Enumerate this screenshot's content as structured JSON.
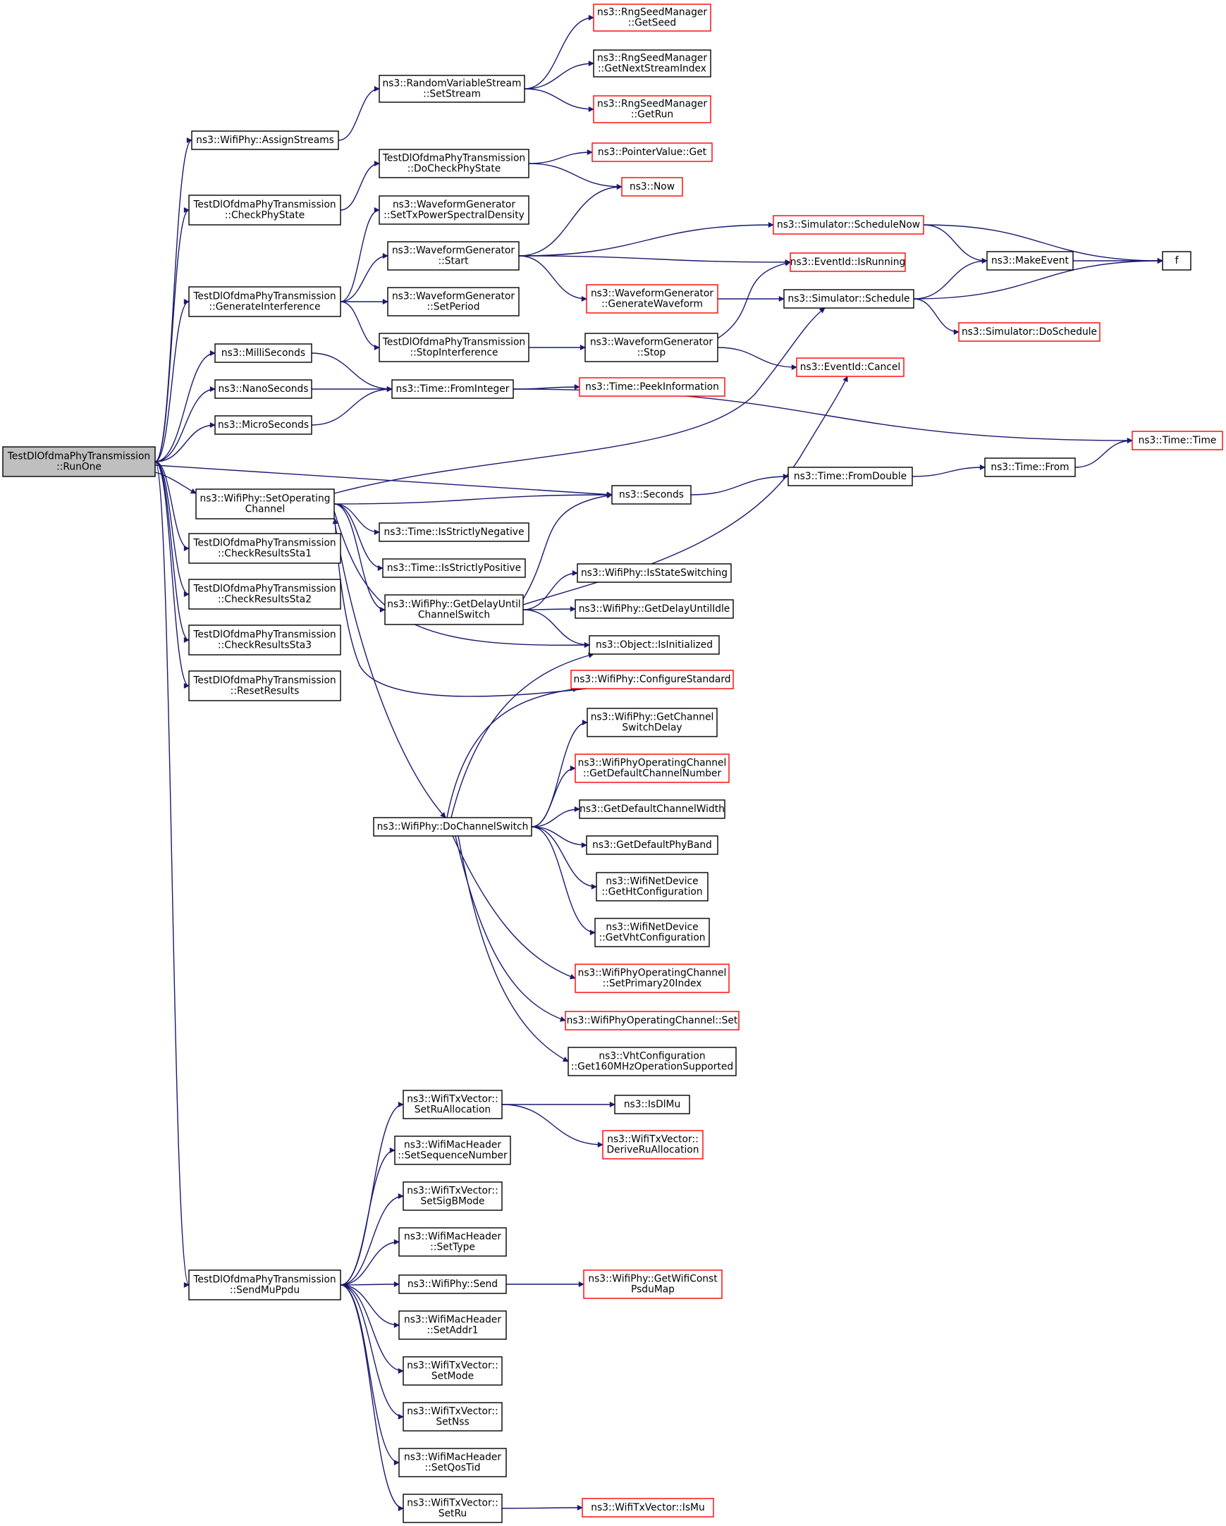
{
  "colors": {
    "edge": "#191970",
    "box_border": "#000000",
    "box_border_truncated": "#ff0000",
    "box_fill": "#ffffff",
    "root_fill": "#bfbfbf"
  },
  "nodes": {
    "runone": {
      "lines": [
        "TestDlOfdmaPhyTransmission",
        "::RunOne"
      ],
      "kind": "root"
    },
    "assignstreams": {
      "lines": [
        "ns3::WifiPhy::AssignStreams"
      ],
      "kind": "normal"
    },
    "rvs_setstream": {
      "lines": [
        "ns3::RandomVariableStream",
        "::SetStream"
      ],
      "kind": "normal"
    },
    "rsm_getseed": {
      "lines": [
        "ns3::RngSeedManager",
        "::GetSeed"
      ],
      "kind": "truncated"
    },
    "rsm_getnext": {
      "lines": [
        "ns3::RngSeedManager",
        "::GetNextStreamIndex"
      ],
      "kind": "normal"
    },
    "rsm_getrun": {
      "lines": [
        "ns3::RngSeedManager",
        "::GetRun"
      ],
      "kind": "truncated"
    },
    "checkphystate": {
      "lines": [
        "TestDlOfdmaPhyTransmission",
        "::CheckPhyState"
      ],
      "kind": "normal"
    },
    "docheckphystate": {
      "lines": [
        "TestDlOfdmaPhyTransmission",
        "::DoCheckPhyState"
      ],
      "kind": "normal"
    },
    "pointervalue_get": {
      "lines": [
        "ns3::PointerValue::Get"
      ],
      "kind": "truncated"
    },
    "now": {
      "lines": [
        "ns3::Now"
      ],
      "kind": "truncated"
    },
    "wg_settxpsd": {
      "lines": [
        "ns3::WaveformGenerator",
        "::SetTxPowerSpectralDensity"
      ],
      "kind": "normal"
    },
    "geninterf": {
      "lines": [
        "TestDlOfdmaPhyTransmission",
        "::GenerateInterference"
      ],
      "kind": "normal"
    },
    "wg_start": {
      "lines": [
        "ns3::WaveformGenerator",
        "::Start"
      ],
      "kind": "normal"
    },
    "sim_schedulenow": {
      "lines": [
        "ns3::Simulator::ScheduleNow"
      ],
      "kind": "truncated"
    },
    "f": {
      "lines": [
        "f"
      ],
      "kind": "normal"
    },
    "makeevent": {
      "lines": [
        "ns3::MakeEvent"
      ],
      "kind": "normal"
    },
    "eventid_isrunning": {
      "lines": [
        "ns3::EventId::IsRunning"
      ],
      "kind": "truncated"
    },
    "wg_genwave": {
      "lines": [
        "ns3::WaveformGenerator",
        "::GenerateWaveform"
      ],
      "kind": "truncated"
    },
    "sim_schedule": {
      "lines": [
        "ns3::Simulator::Schedule"
      ],
      "kind": "normal"
    },
    "sim_doschedule": {
      "lines": [
        "ns3::Simulator::DoSchedule"
      ],
      "kind": "truncated"
    },
    "wg_setperiod": {
      "lines": [
        "ns3::WaveformGenerator",
        "::SetPeriod"
      ],
      "kind": "normal"
    },
    "stopinterf": {
      "lines": [
        "TestDlOfdmaPhyTransmission",
        "::StopInterference"
      ],
      "kind": "normal"
    },
    "wg_stop": {
      "lines": [
        "ns3::WaveformGenerator",
        "::Stop"
      ],
      "kind": "normal"
    },
    "eventid_cancel": {
      "lines": [
        "ns3::EventId::Cancel"
      ],
      "kind": "truncated"
    },
    "milliseconds": {
      "lines": [
        "ns3::MilliSeconds"
      ],
      "kind": "normal"
    },
    "nanoseconds": {
      "lines": [
        "ns3::NanoSeconds"
      ],
      "kind": "normal"
    },
    "microseconds": {
      "lines": [
        "ns3::MicroSeconds"
      ],
      "kind": "normal"
    },
    "time_frominteger": {
      "lines": [
        "ns3::Time::FromInteger"
      ],
      "kind": "normal"
    },
    "time_peekinfo": {
      "lines": [
        "ns3::Time::PeekInformation"
      ],
      "kind": "truncated"
    },
    "time_time": {
      "lines": [
        "ns3::Time::Time"
      ],
      "kind": "truncated"
    },
    "setopchannel": {
      "lines": [
        "ns3::WifiPhy::SetOperating",
        "Channel"
      ],
      "kind": "normal"
    },
    "seconds": {
      "lines": [
        "ns3::Seconds"
      ],
      "kind": "normal"
    },
    "time_fromdouble": {
      "lines": [
        "ns3::Time::FromDouble"
      ],
      "kind": "normal"
    },
    "time_from": {
      "lines": [
        "ns3::Time::From"
      ],
      "kind": "normal"
    },
    "time_isstrictneg": {
      "lines": [
        "ns3::Time::IsStrictlyNegative"
      ],
      "kind": "normal"
    },
    "time_isstrictpos": {
      "lines": [
        "ns3::Time::IsStrictlyPositive"
      ],
      "kind": "normal"
    },
    "getdelayuntilcs": {
      "lines": [
        "ns3::WifiPhy::GetDelayUntil",
        "ChannelSwitch"
      ],
      "kind": "normal"
    },
    "isstateswitching": {
      "lines": [
        "ns3::WifiPhy::IsStateSwitching"
      ],
      "kind": "normal"
    },
    "getdelayuntilidle": {
      "lines": [
        "ns3::WifiPhy::GetDelayUntilIdle"
      ],
      "kind": "normal"
    },
    "object_isinit": {
      "lines": [
        "ns3::Object::IsInitialized"
      ],
      "kind": "normal"
    },
    "configurestandard": {
      "lines": [
        "ns3::WifiPhy::ConfigureStandard"
      ],
      "kind": "truncated"
    },
    "getchswitchdelay": {
      "lines": [
        "ns3::WifiPhy::GetChannel",
        "SwitchDelay"
      ],
      "kind": "normal"
    },
    "getdefchnum": {
      "lines": [
        "ns3::WifiPhyOperatingChannel",
        "::GetDefaultChannelNumber"
      ],
      "kind": "truncated"
    },
    "getdefchwidth": {
      "lines": [
        "ns3::GetDefaultChannelWidth"
      ],
      "kind": "normal"
    },
    "getdefphyband": {
      "lines": [
        "ns3::GetDefaultPhyBand"
      ],
      "kind": "normal"
    },
    "getht": {
      "lines": [
        "ns3::WifiNetDevice",
        "::GetHtConfiguration"
      ],
      "kind": "normal"
    },
    "getvht": {
      "lines": [
        "ns3::WifiNetDevice",
        "::GetVhtConfiguration"
      ],
      "kind": "normal"
    },
    "setprimary20": {
      "lines": [
        "ns3::WifiPhyOperatingChannel",
        "::SetPrimary20Index"
      ],
      "kind": "truncated"
    },
    "wpoc_set": {
      "lines": [
        "ns3::WifiPhyOperatingChannel::Set"
      ],
      "kind": "truncated"
    },
    "get160": {
      "lines": [
        "ns3::VhtConfiguration",
        "::Get160MHzOperationSupported"
      ],
      "kind": "normal"
    },
    "dochannelswitch": {
      "lines": [
        "ns3::WifiPhy::DoChannelSwitch"
      ],
      "kind": "normal"
    },
    "checksta1": {
      "lines": [
        "TestDlOfdmaPhyTransmission",
        "::CheckResultsSta1"
      ],
      "kind": "normal"
    },
    "checksta2": {
      "lines": [
        "TestDlOfdmaPhyTransmission",
        "::CheckResultsSta2"
      ],
      "kind": "normal"
    },
    "checksta3": {
      "lines": [
        "TestDlOfdmaPhyTransmission",
        "::CheckResultsSta3"
      ],
      "kind": "normal"
    },
    "resetresults": {
      "lines": [
        "TestDlOfdmaPhyTransmission",
        "::ResetResults"
      ],
      "kind": "normal"
    },
    "setrualloc": {
      "lines": [
        "ns3::WifiTxVector::",
        "SetRuAllocation"
      ],
      "kind": "normal"
    },
    "isdlmu": {
      "lines": [
        "ns3::IsDlMu"
      ],
      "kind": "normal"
    },
    "deriverualloc": {
      "lines": [
        "ns3::WifiTxVector::",
        "DeriveRuAllocation"
      ],
      "kind": "truncated"
    },
    "setseqnum": {
      "lines": [
        "ns3::WifiMacHeader",
        "::SetSequenceNumber"
      ],
      "kind": "normal"
    },
    "setsigbmode": {
      "lines": [
        "ns3::WifiTxVector::",
        "SetSigBMode"
      ],
      "kind": "normal"
    },
    "settype": {
      "lines": [
        "ns3::WifiMacHeader",
        "::SetType"
      ],
      "kind": "normal"
    },
    "send": {
      "lines": [
        "ns3::WifiPhy::Send"
      ],
      "kind": "normal"
    },
    "getpsdumap": {
      "lines": [
        "ns3::WifiPhy::GetWifiConst",
        "PsduMap"
      ],
      "kind": "truncated"
    },
    "sendmuppdu": {
      "lines": [
        "TestDlOfdmaPhyTransmission",
        "::SendMuPpdu"
      ],
      "kind": "normal"
    },
    "setaddr1": {
      "lines": [
        "ns3::WifiMacHeader",
        "::SetAddr1"
      ],
      "kind": "normal"
    },
    "setmode": {
      "lines": [
        "ns3::WifiTxVector::",
        "SetMode"
      ],
      "kind": "normal"
    },
    "setnss": {
      "lines": [
        "ns3::WifiTxVector::",
        "SetNss"
      ],
      "kind": "normal"
    },
    "setqostid": {
      "lines": [
        "ns3::WifiMacHeader",
        "::SetQosTid"
      ],
      "kind": "normal"
    },
    "setru": {
      "lines": [
        "ns3::WifiTxVector::",
        "SetRu"
      ],
      "kind": "normal"
    },
    "wtv_ismu": {
      "lines": [
        "ns3::WifiTxVector::IsMu"
      ],
      "kind": "truncated"
    }
  },
  "edges": [
    [
      "runone",
      "assignstreams"
    ],
    [
      "runone",
      "checkphystate"
    ],
    [
      "runone",
      "geninterf"
    ],
    [
      "runone",
      "milliseconds"
    ],
    [
      "runone",
      "nanoseconds"
    ],
    [
      "runone",
      "microseconds"
    ],
    [
      "runone",
      "setopchannel"
    ],
    [
      "runone",
      "seconds"
    ],
    [
      "runone",
      "checksta1"
    ],
    [
      "runone",
      "checksta2"
    ],
    [
      "runone",
      "checksta3"
    ],
    [
      "runone",
      "resetresults"
    ],
    [
      "runone",
      "sendmuppdu"
    ],
    [
      "assignstreams",
      "rvs_setstream"
    ],
    [
      "rvs_setstream",
      "rsm_getseed"
    ],
    [
      "rvs_setstream",
      "rsm_getnext"
    ],
    [
      "rvs_setstream",
      "rsm_getrun"
    ],
    [
      "checkphystate",
      "docheckphystate"
    ],
    [
      "docheckphystate",
      "pointervalue_get"
    ],
    [
      "docheckphystate",
      "now"
    ],
    [
      "geninterf",
      "wg_settxpsd"
    ],
    [
      "geninterf",
      "wg_start"
    ],
    [
      "geninterf",
      "wg_setperiod"
    ],
    [
      "geninterf",
      "stopinterf"
    ],
    [
      "wg_start",
      "now"
    ],
    [
      "wg_start",
      "sim_schedulenow"
    ],
    [
      "wg_start",
      "eventid_isrunning"
    ],
    [
      "wg_start",
      "wg_genwave"
    ],
    [
      "sim_schedulenow",
      "makeevent"
    ],
    [
      "sim_schedulenow",
      "f"
    ],
    [
      "makeevent",
      "f"
    ],
    [
      "wg_genwave",
      "sim_schedule"
    ],
    [
      "sim_schedule",
      "makeevent"
    ],
    [
      "sim_schedule",
      "f"
    ],
    [
      "sim_schedule",
      "sim_doschedule"
    ],
    [
      "stopinterf",
      "wg_stop"
    ],
    [
      "wg_stop",
      "eventid_isrunning"
    ],
    [
      "wg_stop",
      "eventid_cancel"
    ],
    [
      "milliseconds",
      "time_frominteger"
    ],
    [
      "nanoseconds",
      "time_frominteger"
    ],
    [
      "microseconds",
      "time_frominteger"
    ],
    [
      "time_frominteger",
      "time_peekinfo"
    ],
    [
      "time_frominteger",
      "time_time"
    ],
    [
      "setopchannel",
      "sim_schedule"
    ],
    [
      "setopchannel",
      "seconds"
    ],
    [
      "setopchannel",
      "time_isstrictneg"
    ],
    [
      "setopchannel",
      "time_isstrictpos"
    ],
    [
      "setopchannel",
      "getdelayuntilcs"
    ],
    [
      "setopchannel",
      "object_isinit"
    ],
    [
      "setopchannel",
      "dochannelswitch"
    ],
    [
      "seconds",
      "time_fromdouble"
    ],
    [
      "time_fromdouble",
      "time_from"
    ],
    [
      "time_from",
      "time_time"
    ],
    [
      "getdelayuntilcs",
      "seconds"
    ],
    [
      "getdelayuntilcs",
      "eventid_cancel"
    ],
    [
      "getdelayuntilcs",
      "isstateswitching"
    ],
    [
      "getdelayuntilcs",
      "getdelayuntilidle"
    ],
    [
      "getdelayuntilcs",
      "object_isinit"
    ],
    [
      "configurestandard",
      "setopchannel"
    ],
    [
      "dochannelswitch",
      "object_isinit"
    ],
    [
      "dochannelswitch",
      "configurestandard"
    ],
    [
      "dochannelswitch",
      "getchswitchdelay"
    ],
    [
      "dochannelswitch",
      "getdefchnum"
    ],
    [
      "dochannelswitch",
      "getdefchwidth"
    ],
    [
      "dochannelswitch",
      "getdefphyband"
    ],
    [
      "dochannelswitch",
      "getht"
    ],
    [
      "dochannelswitch",
      "getvht"
    ],
    [
      "dochannelswitch",
      "setprimary20"
    ],
    [
      "dochannelswitch",
      "wpoc_set"
    ],
    [
      "dochannelswitch",
      "get160"
    ],
    [
      "sendmuppdu",
      "setrualloc"
    ],
    [
      "sendmuppdu",
      "setseqnum"
    ],
    [
      "sendmuppdu",
      "setsigbmode"
    ],
    [
      "sendmuppdu",
      "settype"
    ],
    [
      "sendmuppdu",
      "send"
    ],
    [
      "sendmuppdu",
      "setaddr1"
    ],
    [
      "sendmuppdu",
      "setmode"
    ],
    [
      "sendmuppdu",
      "setnss"
    ],
    [
      "sendmuppdu",
      "setqostid"
    ],
    [
      "sendmuppdu",
      "setru"
    ],
    [
      "setrualloc",
      "isdlmu"
    ],
    [
      "setrualloc",
      "deriverualloc"
    ],
    [
      "send",
      "getpsdumap"
    ],
    [
      "setru",
      "wtv_ismu"
    ]
  ]
}
